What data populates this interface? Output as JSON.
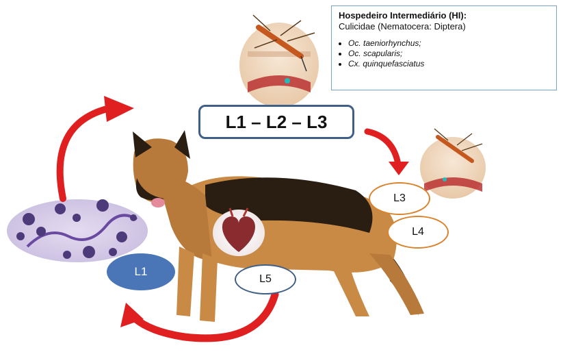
{
  "info_box": {
    "title": "Hospedeiro Intermediário (HI):",
    "family": "Culicidae (Nematocera: Diptera)",
    "species": [
      "Oc. taeniorhynchus;",
      "Oc. scapularis;",
      "Cx. quinquefasciatus"
    ]
  },
  "stages_box": {
    "label": "L1 – L2 – L3"
  },
  "ovals": {
    "l3": "L3",
    "l4": "L4",
    "l5": "L5",
    "l1": "L1"
  },
  "colors": {
    "arrow": "#e02020",
    "l1_fill": "#4a76b8",
    "orange_outline": "#d9832f",
    "blue_outline": "#3f5f86",
    "box_border": "#7aa2c8"
  },
  "icons": [
    "mosquito-skin-icon",
    "mosquito-small-icon",
    "dog-illustration",
    "microfilaria-slide-icon",
    "heart-icon"
  ]
}
